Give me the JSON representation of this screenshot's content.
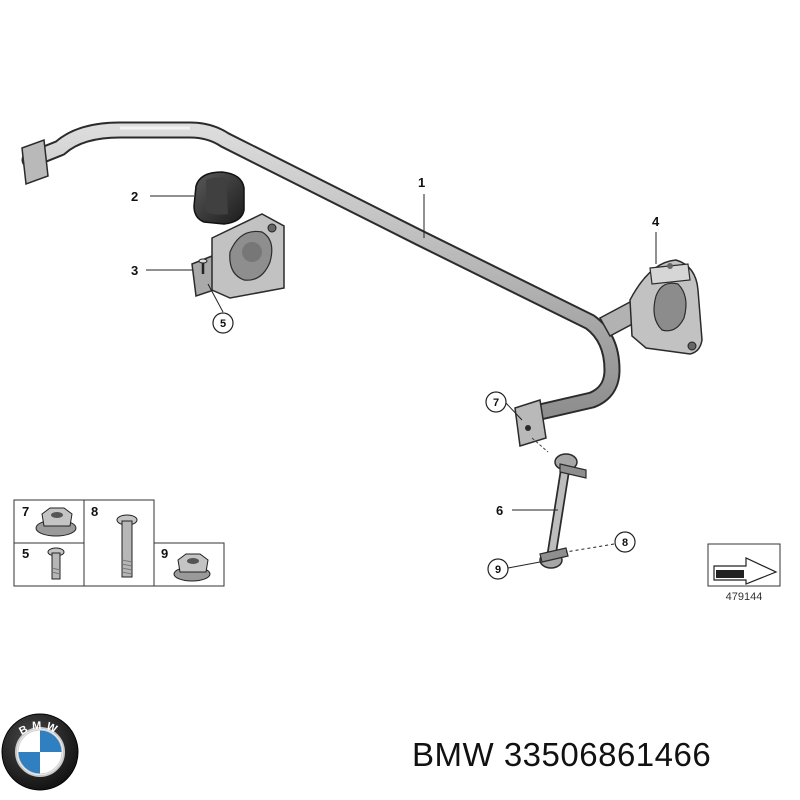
{
  "diagram": {
    "callouts": {
      "c1": "1",
      "c2": "2",
      "c3": "3",
      "c4": "4",
      "c5": "5",
      "c6": "6",
      "c7": "7",
      "c8": "8",
      "c9": "9"
    },
    "legend": {
      "cell_7": "7",
      "cell_8": "8",
      "cell_5": "5",
      "cell_9": "9"
    },
    "figure_number": "479144"
  },
  "footer": {
    "brand": "BMW",
    "part_number": "33506861466",
    "logo_letters": "BMW"
  },
  "colors": {
    "part_fill": "#b9b9b9",
    "part_shade": "#8f8f8f",
    "outline": "#2b2b2b",
    "bmw_blue": "#2f7fc1",
    "bmw_black": "#1b1b1b"
  }
}
